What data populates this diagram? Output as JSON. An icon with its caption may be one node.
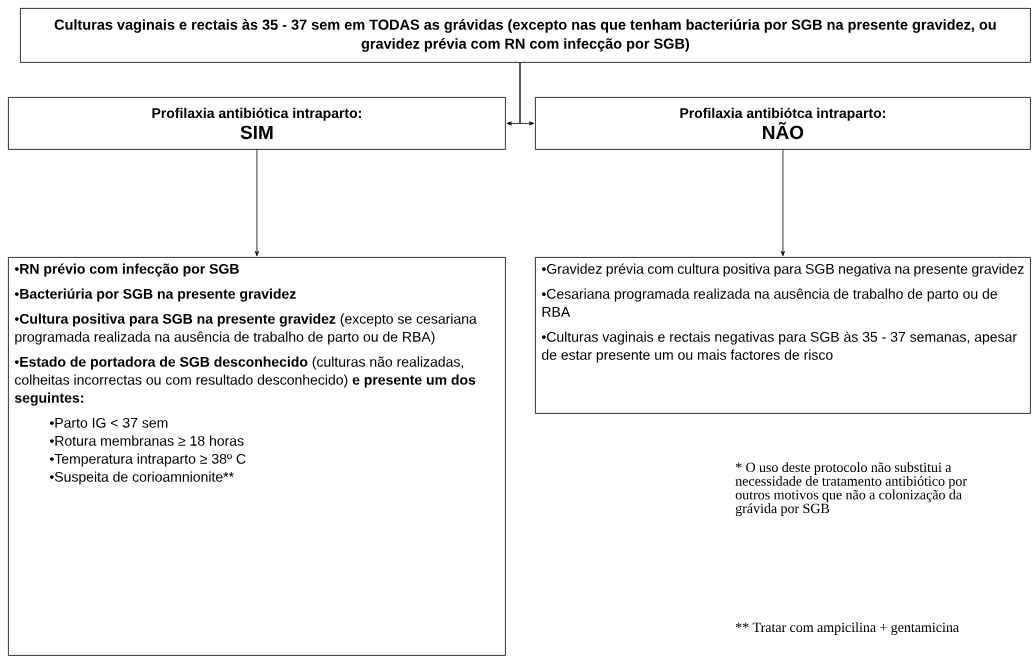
{
  "diagram": {
    "nodes": [
      {
        "text": [
          "Culturas vaginais e rectais às 35 - 37 sem em TODAS as grávidas (excepto nas que tenham bacteriúria por SGB na presente gravidez, ou gravidez prévia com RN com infecção por SGB)"
        ]
      },
      {
        "text": [
          "Profilaxia antibiótica intraparto:",
          "SIM"
        ]
      },
      {
        "text": [
          "Profilaxia antibiótca intraparto:",
          "NÃO"
        ]
      },
      {
        "text": [
          "•**RN prévio com infecção por SGB**",
          "•**Bacteriúria por SGB na presente gravidez**",
          "•**Cultura positiva para SGB na presente gravidez** (excepto se cesariana programada realizada na ausência de trabalho de parto ou de RBA)",
          "•**Estado de portadora de SGB desconhecido** (culturas não realizadas, colheitas incorrectas ou com resultado desconhecido) **e presente um dos seguintes:**",
          "•Parto IG < 37 sem",
          "•Rotura membranas ≥ 18 horas",
          "•Temperatura intraparto ≥ 38º C",
          "•Suspeita de corioamnionite**"
        ]
      },
      {
        "text": [
          "•Gravidez prévia com cultura positiva para SGB negativa na presente gravidez",
          "•Cesariana programada realizada na ausência de trabalho de parto ou de RBA",
          "•Culturas vaginais e rectais negativas para SGB às 35 - 37 semanas, apesar de estar presente um ou mais factores de risco"
        ]
      }
    ],
    "edges": [
      {
        "from": 0,
        "to": 1,
        "arrow": "to"
      },
      {
        "from": 0,
        "to": 2,
        "arrow": "to"
      },
      {
        "from": 1,
        "to": 3,
        "arrow": "to"
      },
      {
        "from": 2,
        "to": 4,
        "arrow": "to"
      }
    ],
    "labels": [
      "* O uso deste protocolo não substitui a necessidade de tratamento antibiótico por outros motivos que não a colonização da grávida por SGB",
      "** Tratar com ampicilina + gentamicina"
    ]
  }
}
